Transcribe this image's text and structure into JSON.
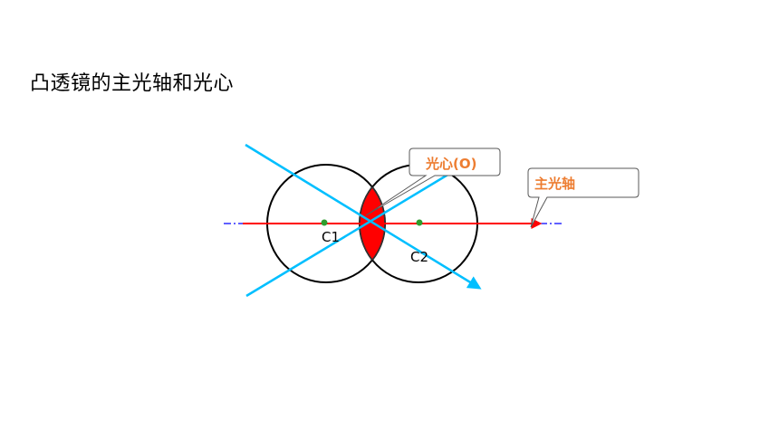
{
  "slide": {
    "title": "凸透镜的主光轴和光心"
  },
  "diagram": {
    "labels": {
      "c1": "C1",
      "c2": "C2"
    },
    "callouts": {
      "optical_center": "光心(O)",
      "principal_axis": "主光轴"
    },
    "colors": {
      "principal_axis": "#ff0000",
      "axis_extension": "#0000ff",
      "lens_fill": "#ff0000",
      "rays": "#00bfff",
      "circles": "#000000",
      "center_points": "#2e9e2e",
      "callout_text": "#ed7d31",
      "callout_border": "#595959"
    }
  }
}
